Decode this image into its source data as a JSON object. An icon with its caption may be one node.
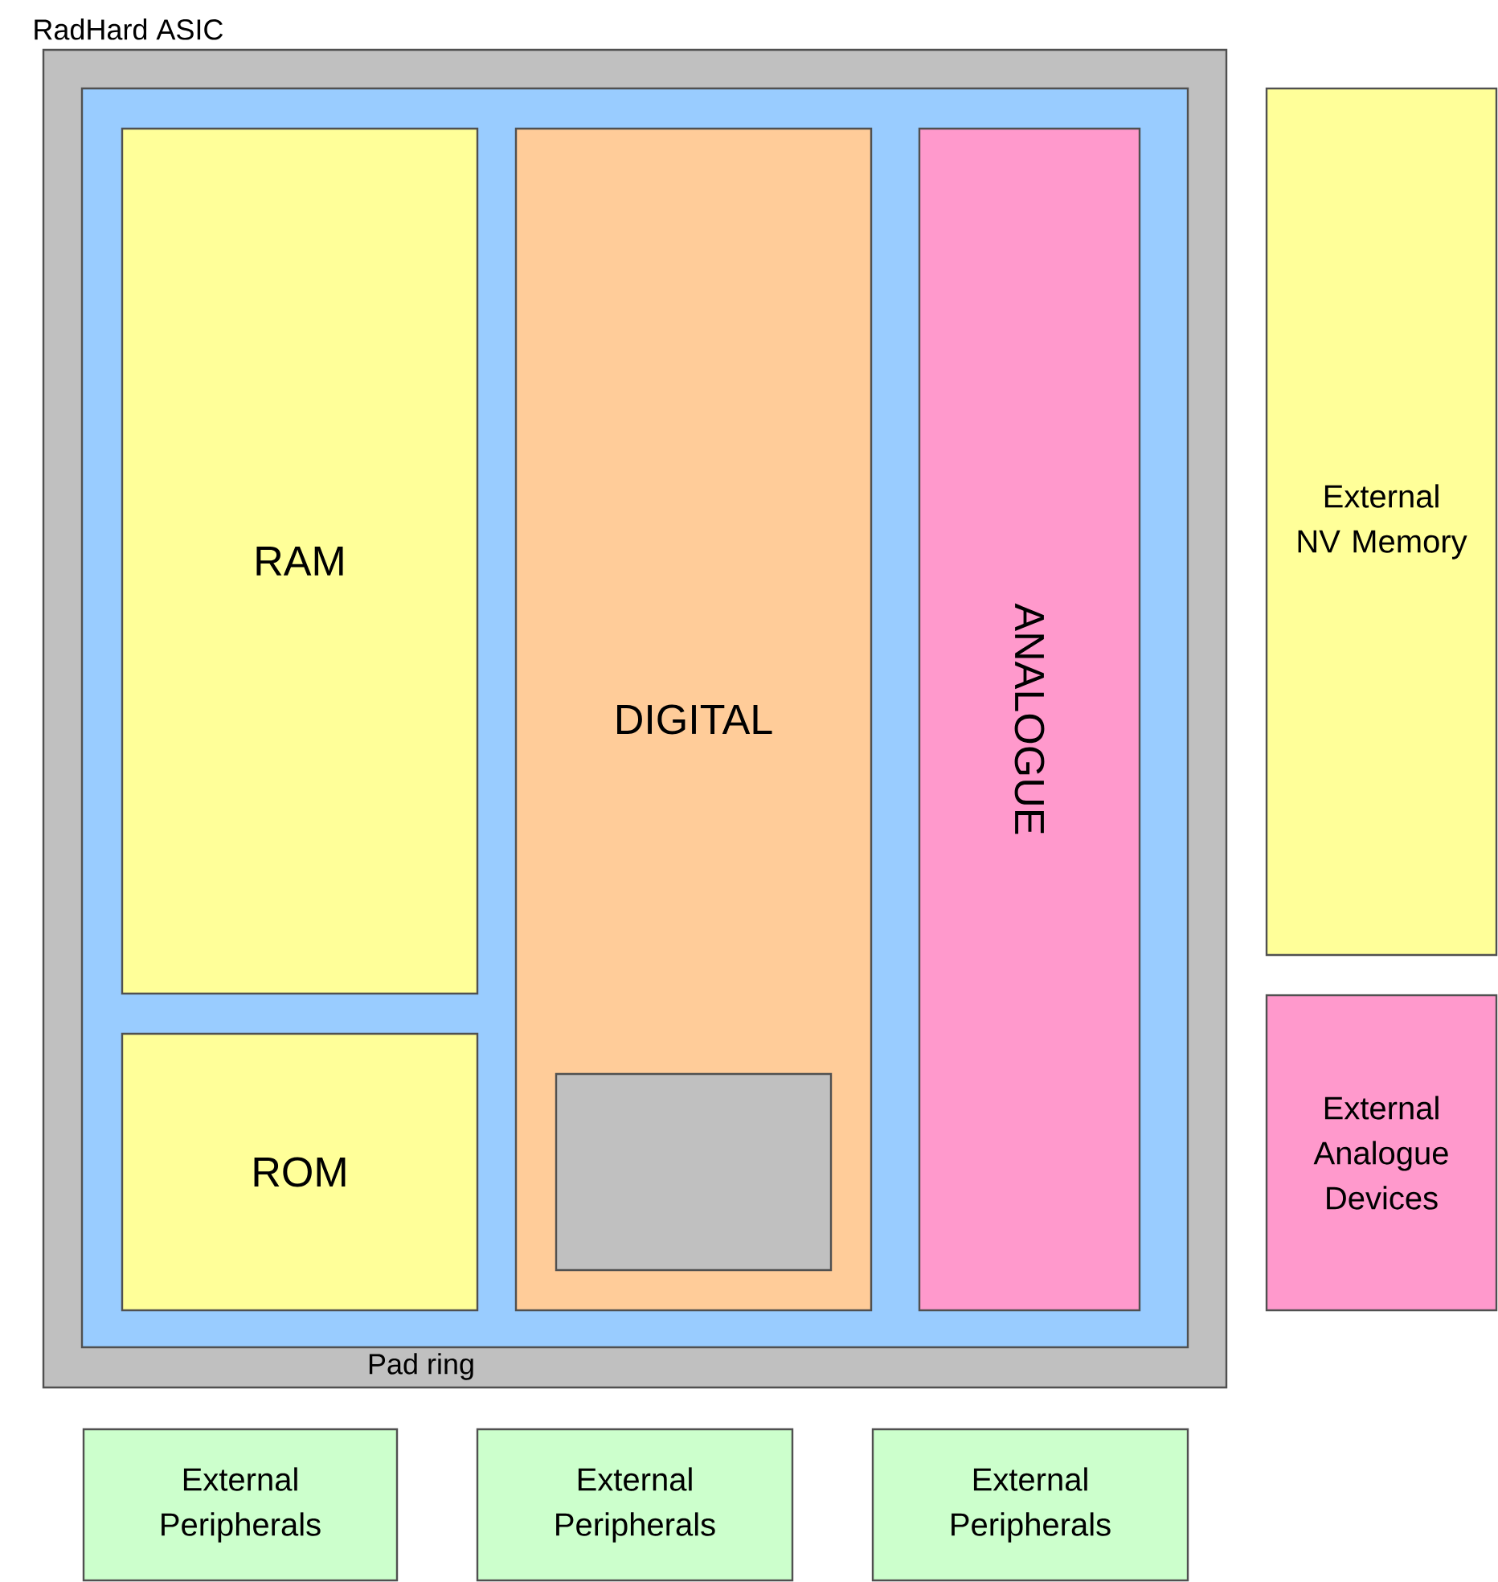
{
  "diagram": {
    "nodes": [
      {
        "text": [
          "RadHard ASIC",
          "Pad ring"
        ]
      },
      {
        "text": [],
        "shape": "box",
        "in": 0
      },
      {
        "text": [
          "RAM"
        ],
        "in": 1
      },
      {
        "text": [
          "ROM"
        ],
        "in": 1
      },
      {
        "text": [
          "DIGITAL"
        ],
        "in": 1
      },
      {
        "text": [],
        "shape": "box",
        "in": 4
      },
      {
        "text": [
          "ANALOGUE"
        ],
        "in": 1
      },
      {
        "text": [
          "External NV Memory"
        ]
      },
      {
        "text": [
          "External Analogue Devices"
        ]
      },
      {
        "text": [
          "External Peripherals"
        ]
      },
      {
        "text": [
          "External Peripherals"
        ]
      },
      {
        "text": [
          "External Peripherals"
        ]
      }
    ]
  }
}
